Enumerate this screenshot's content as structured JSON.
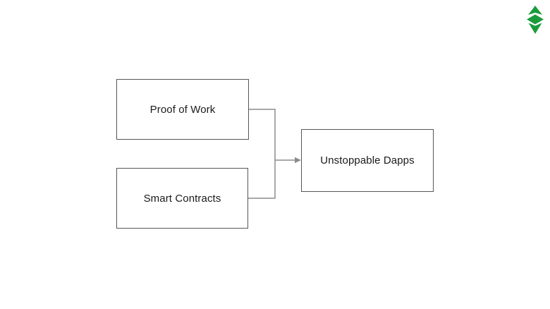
{
  "canvas": {
    "background_color": "#ffffff"
  },
  "logo": {
    "name": "ethereum-classic-logo",
    "color": "#1a9c3c"
  },
  "diagram": {
    "type": "flowchart",
    "border_color": "#565656",
    "connector_color": "#8c8c8c",
    "text_color": "#1a1a1a",
    "nodes": [
      {
        "id": "proof-of-work",
        "label": "Proof of Work"
      },
      {
        "id": "smart-contracts",
        "label": "Smart Contracts"
      },
      {
        "id": "unstoppable-dapps",
        "label": "Unstoppable Dapps"
      }
    ],
    "edges": [
      {
        "from": "proof-of-work",
        "to": "unstoppable-dapps"
      },
      {
        "from": "smart-contracts",
        "to": "unstoppable-dapps"
      }
    ]
  }
}
